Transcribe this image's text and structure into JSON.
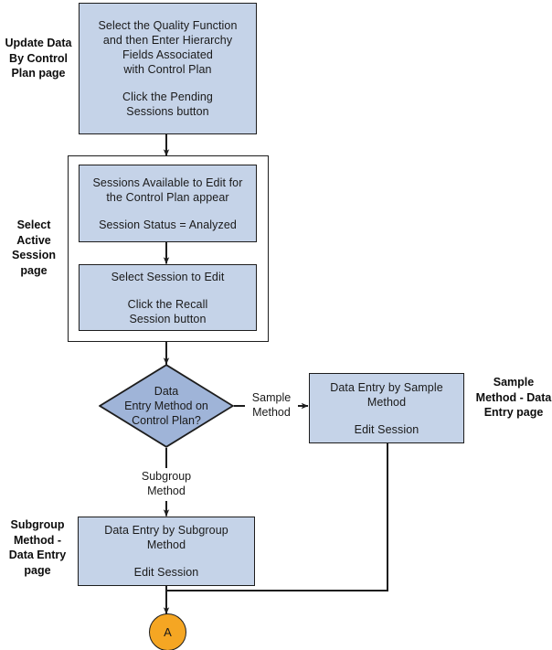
{
  "diagram": {
    "title": "Update Data By Control Plan flow",
    "colors": {
      "process_fill": "#c5d3e8",
      "decision_fill": "#9fb4d8",
      "connector_fill": "#f5a623",
      "stroke": "#1d1d1d",
      "text": "#1a1a1a"
    },
    "swimlane_labels": [
      {
        "id": "update-data-by-control-plan-page",
        "lines": [
          "Update",
          "Data By",
          "Control",
          "Plan page"
        ]
      },
      {
        "id": "select-active-session-page",
        "lines": [
          "Select",
          "Active",
          "Session",
          "page"
        ]
      },
      {
        "id": "sample-method-data-entry-page",
        "lines": [
          "Sample",
          "Method -",
          "Data Entry",
          "page"
        ]
      },
      {
        "id": "subgroup-method-data-entry-page",
        "lines": [
          "Subgroup",
          "Method -",
          "Data Entry",
          "page"
        ]
      }
    ],
    "nodes": [
      {
        "id": "select-quality-function",
        "type": "process",
        "lines": [
          "Select the Quality Function",
          "and then Enter Hierarchy",
          "Fields Associated",
          "with Control Plan",
          "",
          "Click the Pending",
          "Sessions button"
        ]
      },
      {
        "id": "sessions-available",
        "type": "process",
        "lines": [
          "Sessions Available to Edit for",
          "the Control Plan appear",
          "",
          "Session Status = Analyzed"
        ]
      },
      {
        "id": "select-session-to-edit",
        "type": "process",
        "lines": [
          "Select Session to Edit",
          "",
          "Click the Recall",
          "Session button"
        ]
      },
      {
        "id": "data-entry-method-decision",
        "type": "decision",
        "lines": [
          "Data",
          "Entry Method on",
          "Control Plan?"
        ]
      },
      {
        "id": "data-entry-by-sample-method",
        "type": "process",
        "lines": [
          "Data Entry by Sample",
          "Method",
          "",
          "Edit Session"
        ]
      },
      {
        "id": "data-entry-by-subgroup-method",
        "type": "process",
        "lines": [
          "Data Entry by Subgroup",
          "Method",
          "",
          "Edit Session"
        ]
      },
      {
        "id": "off-page-connector-a",
        "type": "connector",
        "label": "A"
      }
    ],
    "edge_labels": [
      {
        "id": "sample-method-branch",
        "lines": [
          "Sample",
          "Method"
        ]
      },
      {
        "id": "subgroup-method-branch",
        "lines": [
          "Subgroup",
          "Method"
        ]
      }
    ]
  }
}
